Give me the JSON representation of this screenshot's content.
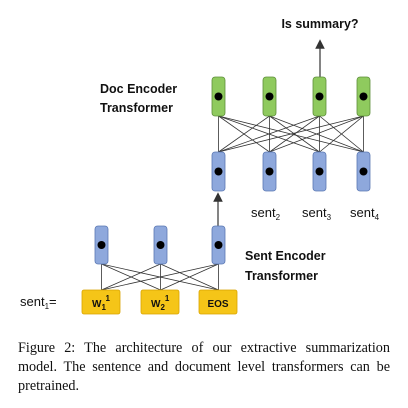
{
  "labels": {
    "is_summary": "Is summary?",
    "doc_encoder_line1": "Doc Encoder",
    "doc_encoder_line2": "Transformer",
    "sent_encoder_line1": "Sent Encoder",
    "sent_encoder_line2": "Transformer"
  },
  "sent_labels": [
    {
      "base": "sent",
      "sub": "2"
    },
    {
      "base": "sent",
      "sub": "3"
    },
    {
      "base": "sent",
      "sub": "4"
    }
  ],
  "sent1_label": {
    "base": "sent",
    "sub": "1",
    "suffix": "="
  },
  "tokens": [
    {
      "base": "W",
      "sub": "1",
      "sup": "1"
    },
    {
      "base": "W",
      "sub": "2",
      "sup": "1"
    },
    {
      "base": "EOS",
      "sub": "",
      "sup": ""
    }
  ],
  "colors": {
    "green_node": "#8fca5e",
    "blue_node": "#8ea8dc",
    "token_box": "#f5c518",
    "token_border": "#d9a400",
    "line": "#333333",
    "dot": "#000000"
  },
  "caption": "Figure 2: The architecture of our extractive summarization model. The sentence and document level transformers can be pretrained."
}
